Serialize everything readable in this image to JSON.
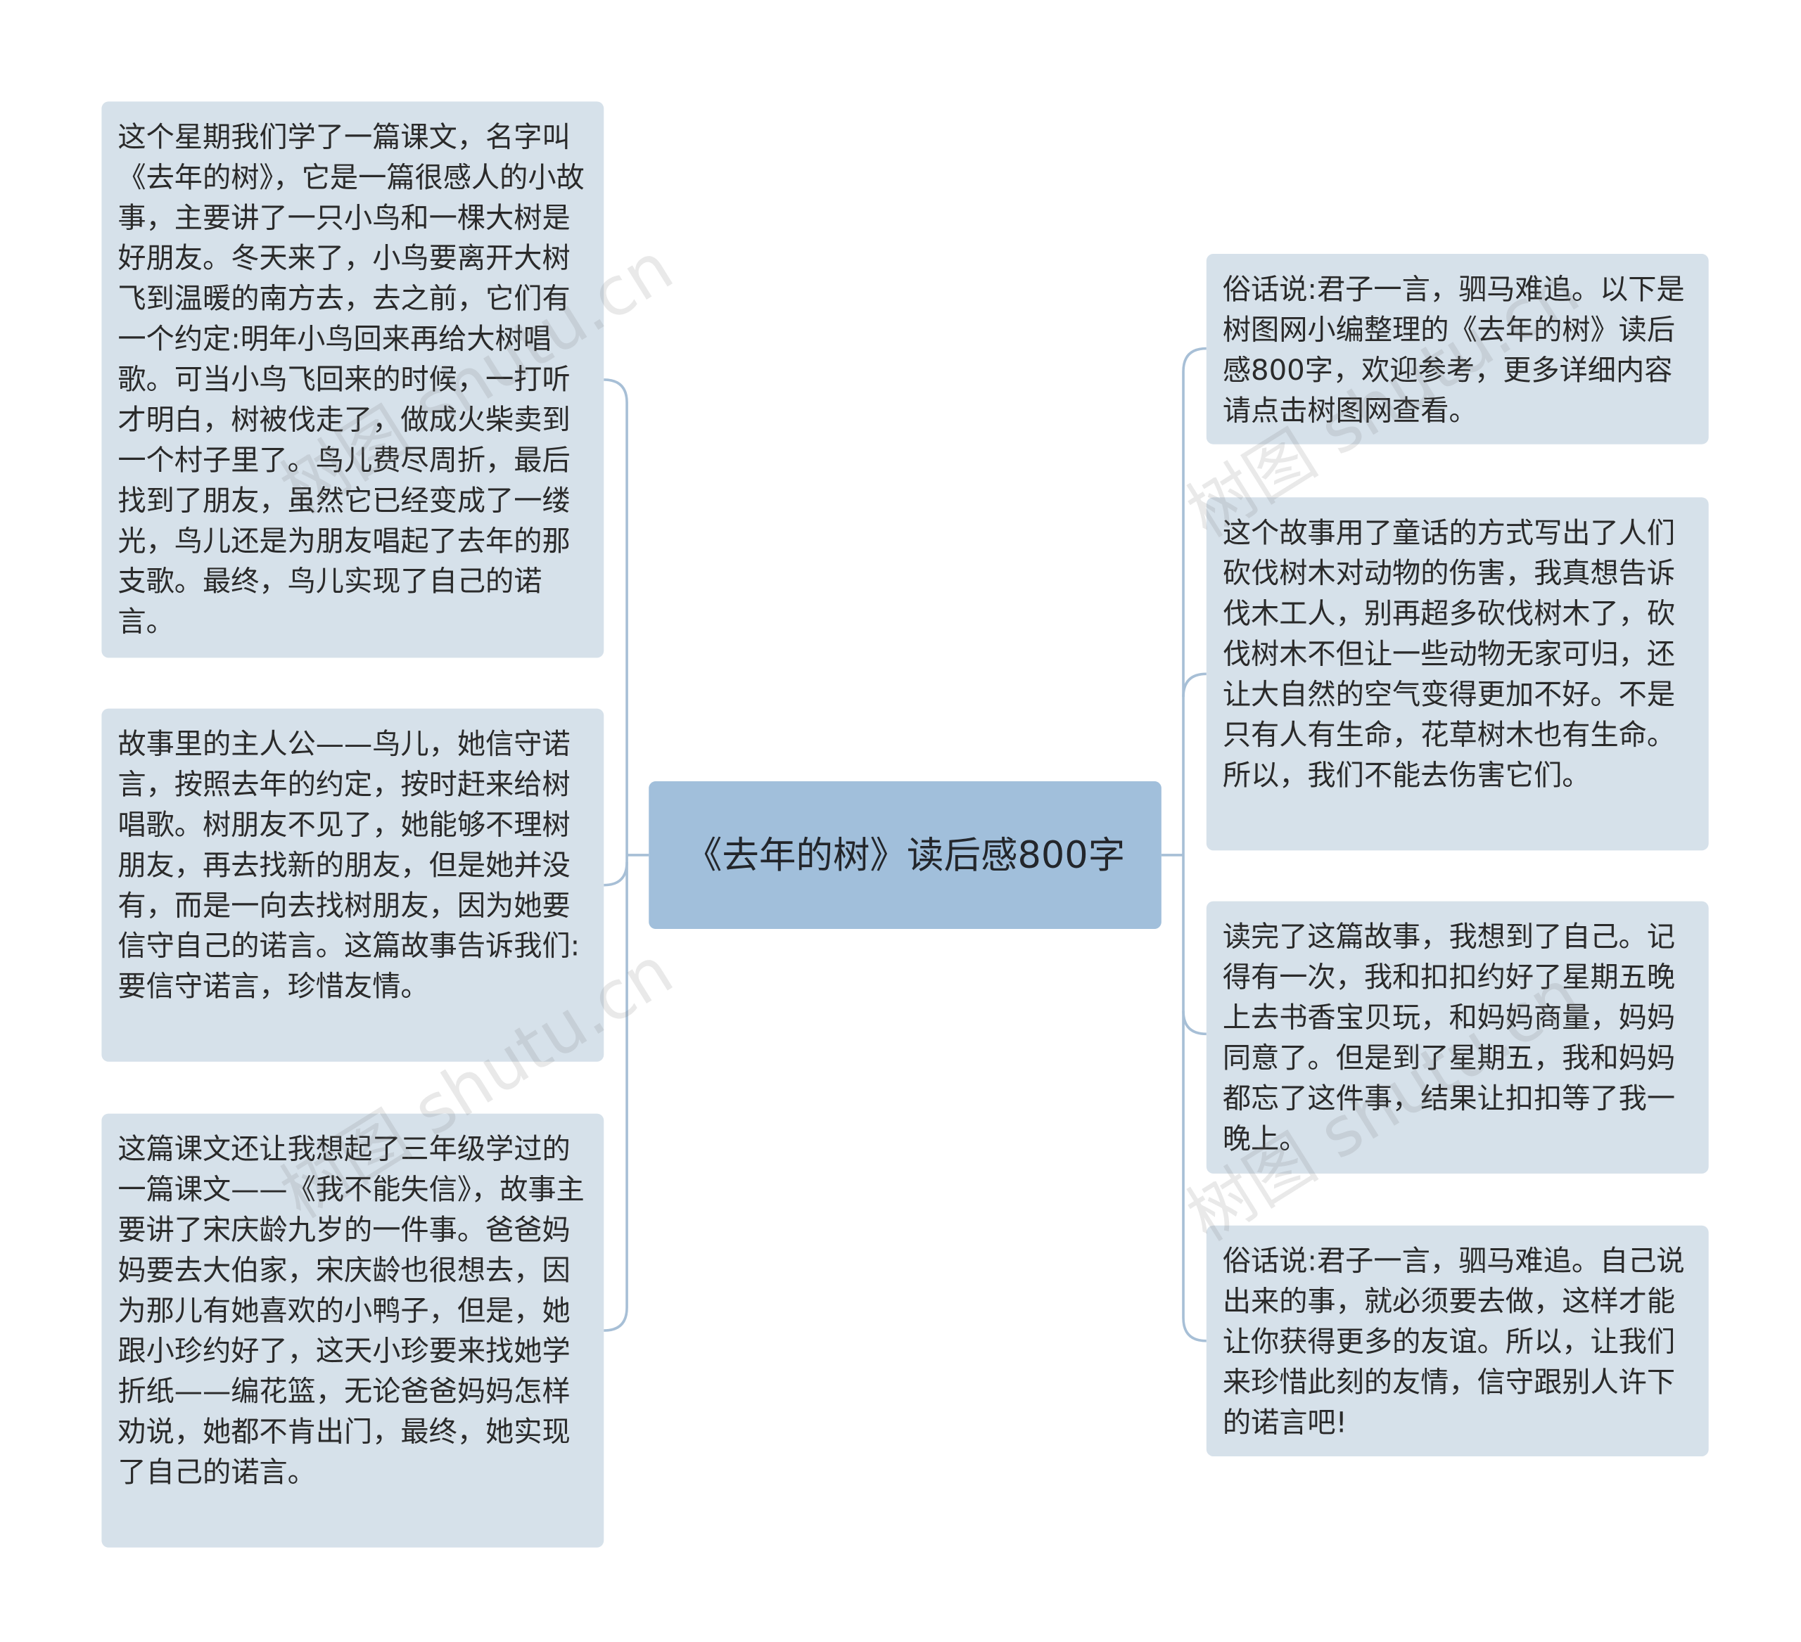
{
  "center": {
    "title": "《去年的树》读后感800字"
  },
  "left_nodes": [
    {
      "text": "这个星期我们学了一篇课文，名字叫《去年的树》，它是一篇很感人的小故事，主要讲了一只小鸟和一棵大树是好朋友。冬天来了，小鸟要离开大树飞到温暖的南方去，去之前，它们有一个约定:明年小鸟回来再给大树唱歌。可当小鸟飞回来的时候，一打听才明白，树被伐走了，做成火柴卖到一个村子里了。鸟儿费尽周折，最后找到了朋友，虽然它已经变成了一缕光，鸟儿还是为朋友唱起了去年的那支歌。最终，鸟儿实现了自己的诺言。"
    },
    {
      "text": "故事里的主人公——鸟儿，她信守诺言，按照去年的约定，按时赶来给树唱歌。树朋友不见了，她能够不理树朋友，再去找新的朋友，但是她并没有，而是一向去找树朋友，因为她要信守自己的诺言。这篇故事告诉我们:要信守诺言，珍惜友情。"
    },
    {
      "text": "这篇课文还让我想起了三年级学过的一篇课文——《我不能失信》，故事主要讲了宋庆龄九岁的一件事。爸爸妈妈要去大伯家，宋庆龄也很想去，因为那儿有她喜欢的小鸭子，但是，她跟小珍约好了，这天小珍要来找她学折纸——编花篮，无论爸爸妈妈怎样劝说，她都不肯出门，最终，她实现了自己的诺言。"
    }
  ],
  "right_nodes": [
    {
      "text": "俗话说:君子一言，驷马难追。以下是树图网小编整理的《去年的树》读后感800字，欢迎参考，更多详细内容请点击树图网查看。"
    },
    {
      "text": "这个故事用了童话的方式写出了人们砍伐树木对动物的伤害，我真想告诉伐木工人，别再超多砍伐树木了，砍伐树木不但让一些动物无家可归，还让大自然的空气变得更加不好。不是只有人有生命，花草树木也有生命。所以，我们不能去伤害它们。"
    },
    {
      "text": "读完了这篇故事，我想到了自己。记得有一次，我和扣扣约好了星期五晚上去书香宝贝玩，和妈妈商量，妈妈同意了。但是到了星期五，我和妈妈都忘了这件事，结果让扣扣等了我一晚上。"
    },
    {
      "text": "俗话说:君子一言，驷马难追。自己说出来的事，就必须要去做，这样才能让你获得更多的友谊。所以，让我们来珍惜此刻的友情，信守跟别人许下的诺言吧!"
    }
  ],
  "watermarks": [
    "树图 shutu.cn",
    "树图 shutu.cn",
    "树图 shutu.cn",
    "树图 shutu.cn"
  ],
  "colors": {
    "center_fill": "#a1bfdb",
    "node_fill": "#d6e1ea",
    "connector": "#a7bfd6"
  }
}
